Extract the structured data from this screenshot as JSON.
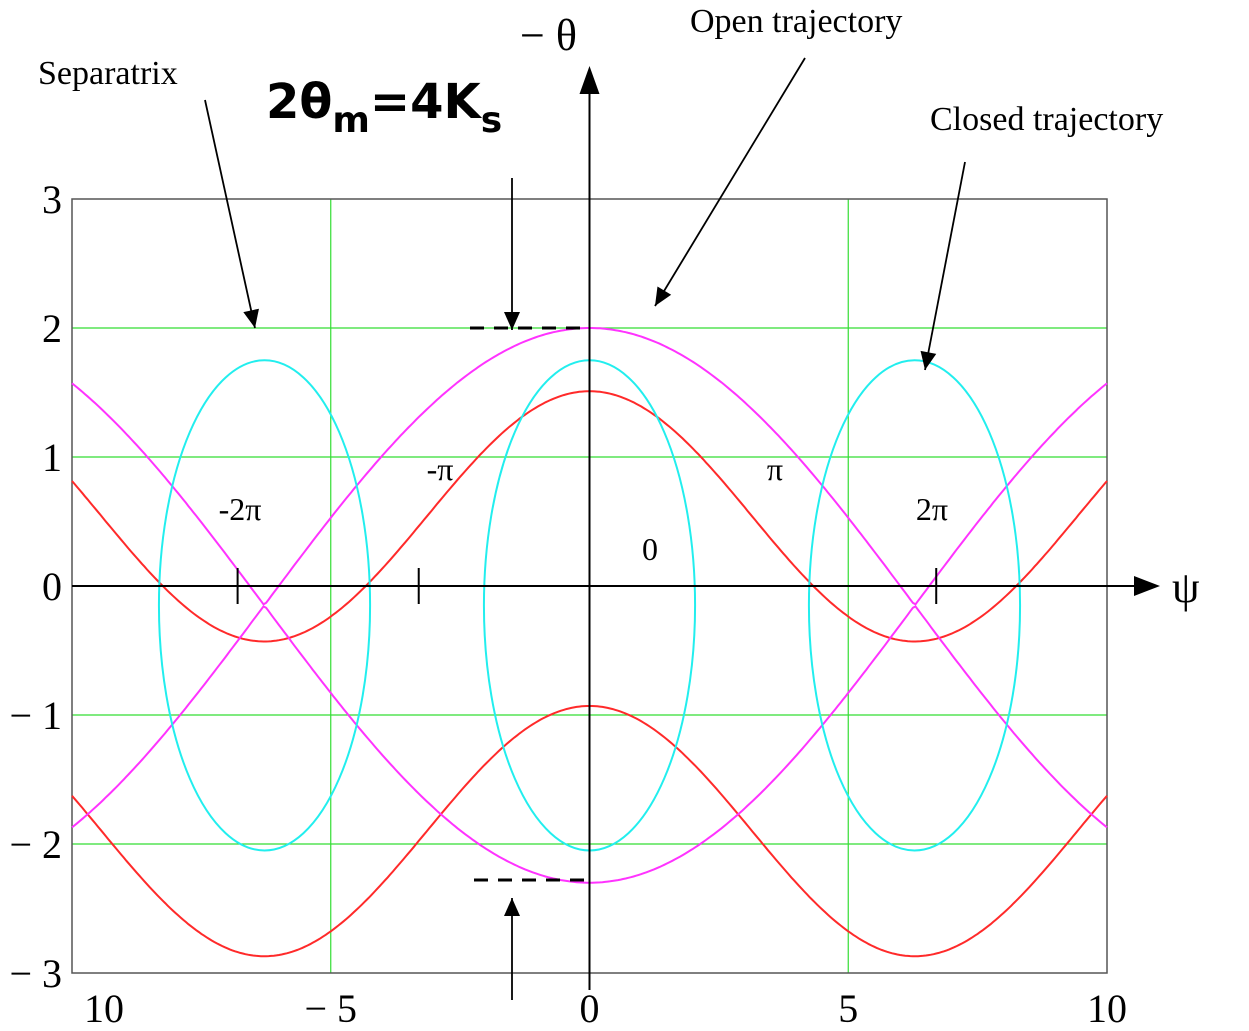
{
  "chart_data": {
    "type": "line",
    "xlim": [
      -10,
      10
    ],
    "ylim": [
      -3,
      3
    ],
    "x_ticks": [
      -10,
      -5,
      0,
      5,
      10
    ],
    "x_tick_labels": [
      "10",
      "− 5",
      "0",
      "5",
      "10"
    ],
    "y_ticks": [
      3,
      2,
      1,
      0,
      -1,
      -2,
      -3
    ],
    "y_tick_labels": [
      "3",
      "2",
      "1",
      "0",
      "− 1",
      "− 2",
      "− 3"
    ],
    "xlabel": "ψ",
    "ylabel": "− θ",
    "grid": true,
    "colors": {
      "open": "#ff2a2a",
      "separatrix": "#ff33ff",
      "closed": "#22eeee",
      "grid": "#33dd33",
      "axes": "#000000",
      "frame": "#555555"
    },
    "region_labels": [
      "-2π",
      "-π",
      "0",
      "π",
      "2π"
    ],
    "annotations": {
      "separatrix": "Separatrix",
      "open": "Open trajectory",
      "closed": "Closed trajectory",
      "formula_main": "2θ",
      "formula_sub": "m",
      "formula_mid": "=4K",
      "formula_sub2": "s"
    },
    "curves": {
      "open_trajectory": {
        "center": 0.54,
        "amplitude": 1.94,
        "period": 12.57,
        "shift": 0
      },
      "separatrix": {
        "center": -0.15,
        "amplitude": 2.15,
        "period": 12.57,
        "shift": 0
      },
      "closed_trajectory": {
        "center": -0.15,
        "amplitude": 1.9,
        "period": 12.57,
        "shift": 0,
        "half_width": 4.25
      }
    },
    "extra_ticks": [
      -6.8,
      -3.3,
      6.7
    ]
  }
}
